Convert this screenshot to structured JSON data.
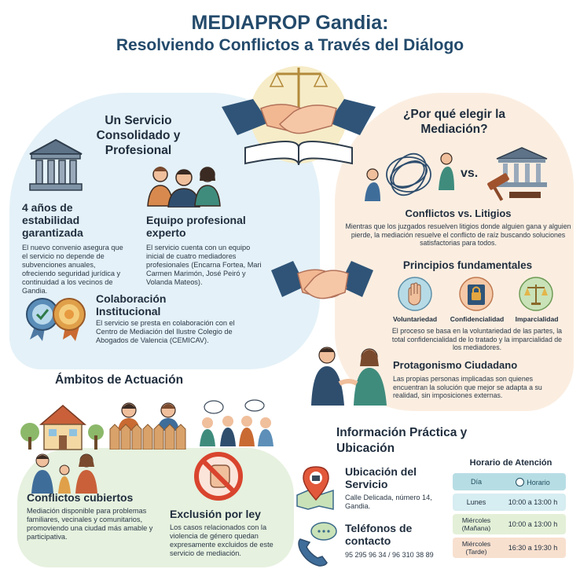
{
  "title": {
    "line1": "MEDIAPROP Gandia:",
    "line2": "Resolviendo Conflictos a Través del Diálogo"
  },
  "servicio": {
    "heading": "Un Servicio Consolidado y Profesional",
    "estabilidad_heading": "4 años de estabilidad garantizada",
    "estabilidad_text": "El nuevo convenio asegura que el servicio no depende de subvenciones anuales, ofreciendo seguridad jurídica y continuidad a los vecinos de Gandia.",
    "equipo_heading": "Equipo profesional experto",
    "equipo_text": "El servicio cuenta con un equipo inicial de cuatro mediadores profesionales (Encarna Fortea, Mari Carmen Marimón, José Peiró y Volanda Mateos).",
    "colaboracion_heading": "Colaboración Institucional",
    "colaboracion_text": "El servicio se presta en colaboración con el Centro de Mediación del Ilustre Colegio de Abogados de Valencia (CEMICAV)."
  },
  "porque": {
    "heading": "¿Por qué elegir la Mediación?",
    "vs": "vs.",
    "conflictos_heading": "Conflictos vs. Litigios",
    "conflictos_text": "Mientras que los juzgados resuelven litigios donde alguien gana y alguien pierde, la mediación resuelve el conflicto de raíz buscando soluciones satisfactorias para todos.",
    "principios_heading": "Principios fundamentales",
    "principios": [
      "Voluntariedad",
      "Confidencialidad",
      "Imparcialidad"
    ],
    "principios_text": "El proceso se basa en la voluntariedad de las partes, la total confidencialidad de lo tratado y la imparcialidad de los mediadores.",
    "protagonismo_heading": "Protagonismo Ciudadano",
    "protagonismo_text": "Las propias personas implicadas son quienes encuentran la solución que mejor se adapta a su realidad, sin imposiciones externas."
  },
  "ambitos": {
    "heading": "Ámbitos de Actuación",
    "cubiertos_heading": "Conflictos cubiertos",
    "cubiertos_text": "Mediación disponible para problemas familiares, vecinales y comunitarios, promoviendo una ciudad más amable y participativa.",
    "exclusion_heading": "Exclusión por ley",
    "exclusion_text": "Los casos relacionados con la violencia de género quedan expresamente excluidos de este servicio de mediación."
  },
  "info": {
    "heading": "Información Práctica y Ubicación",
    "ubicacion_heading": "Ubicación del Servicio",
    "ubicacion_text": "Calle Delicada, número 14, Gandia.",
    "telefonos_heading": "Teléfonos de contacto",
    "telefonos_text": "95 295 96 34 / 96 310 38 89",
    "horario_heading": "Horario de Atención",
    "horario_col_dia": "Día",
    "horario_col_horario": "Horario",
    "horario_rows": [
      {
        "dia": "Lunes",
        "horario": "10:00 a 13:00 h"
      },
      {
        "dia": "Miércoles (Mañana)",
        "horario": "10:00 a 13:00 h"
      },
      {
        "dia": "Miércoles (Tarde)",
        "horario": "16:30 a 19:30 h"
      }
    ]
  },
  "colors": {
    "title": "#234a6b",
    "blue_bg": "#e4f1f8",
    "peach_bg": "#fbeee1",
    "green_bg": "#e6f1df"
  }
}
